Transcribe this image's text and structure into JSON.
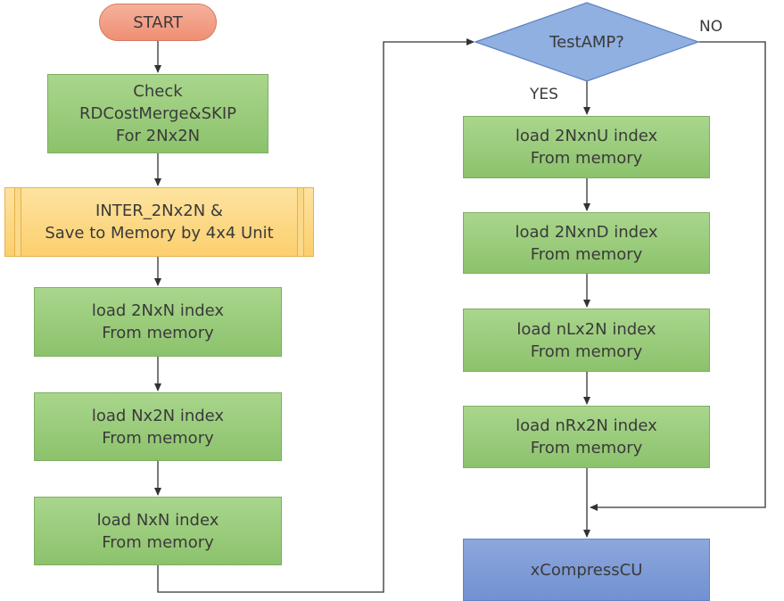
{
  "nodes": {
    "start": "START",
    "check": "Check\nRDCostMerge&SKIP\nFor 2Nx2N",
    "inter": "INTER_2Nx2N &\nSave to Memory by 4x4 Unit",
    "load_2nxn": "load 2NxN index\nFrom memory",
    "load_nx2n": "load Nx2N index\nFrom memory",
    "load_nxn": "load NxN index\nFrom memory",
    "decision": "TestAMP?",
    "load_2nxnu": "load 2NxnU index\nFrom memory",
    "load_2nxnd": "load 2NxnD index\nFrom memory",
    "load_nlx2n": "load nLx2N index\nFrom memory",
    "load_nrx2n": "load nRx2N index\nFrom memory",
    "xcompress": "xCompressCU"
  },
  "edge_labels": {
    "yes": "YES",
    "no": "NO"
  },
  "colors": {
    "process": "#98c97a",
    "start": "#f19f87",
    "subprocess": "#fcd57e",
    "decision": "#8fb0e0",
    "end": "#7c99d6",
    "line": "#333333"
  }
}
